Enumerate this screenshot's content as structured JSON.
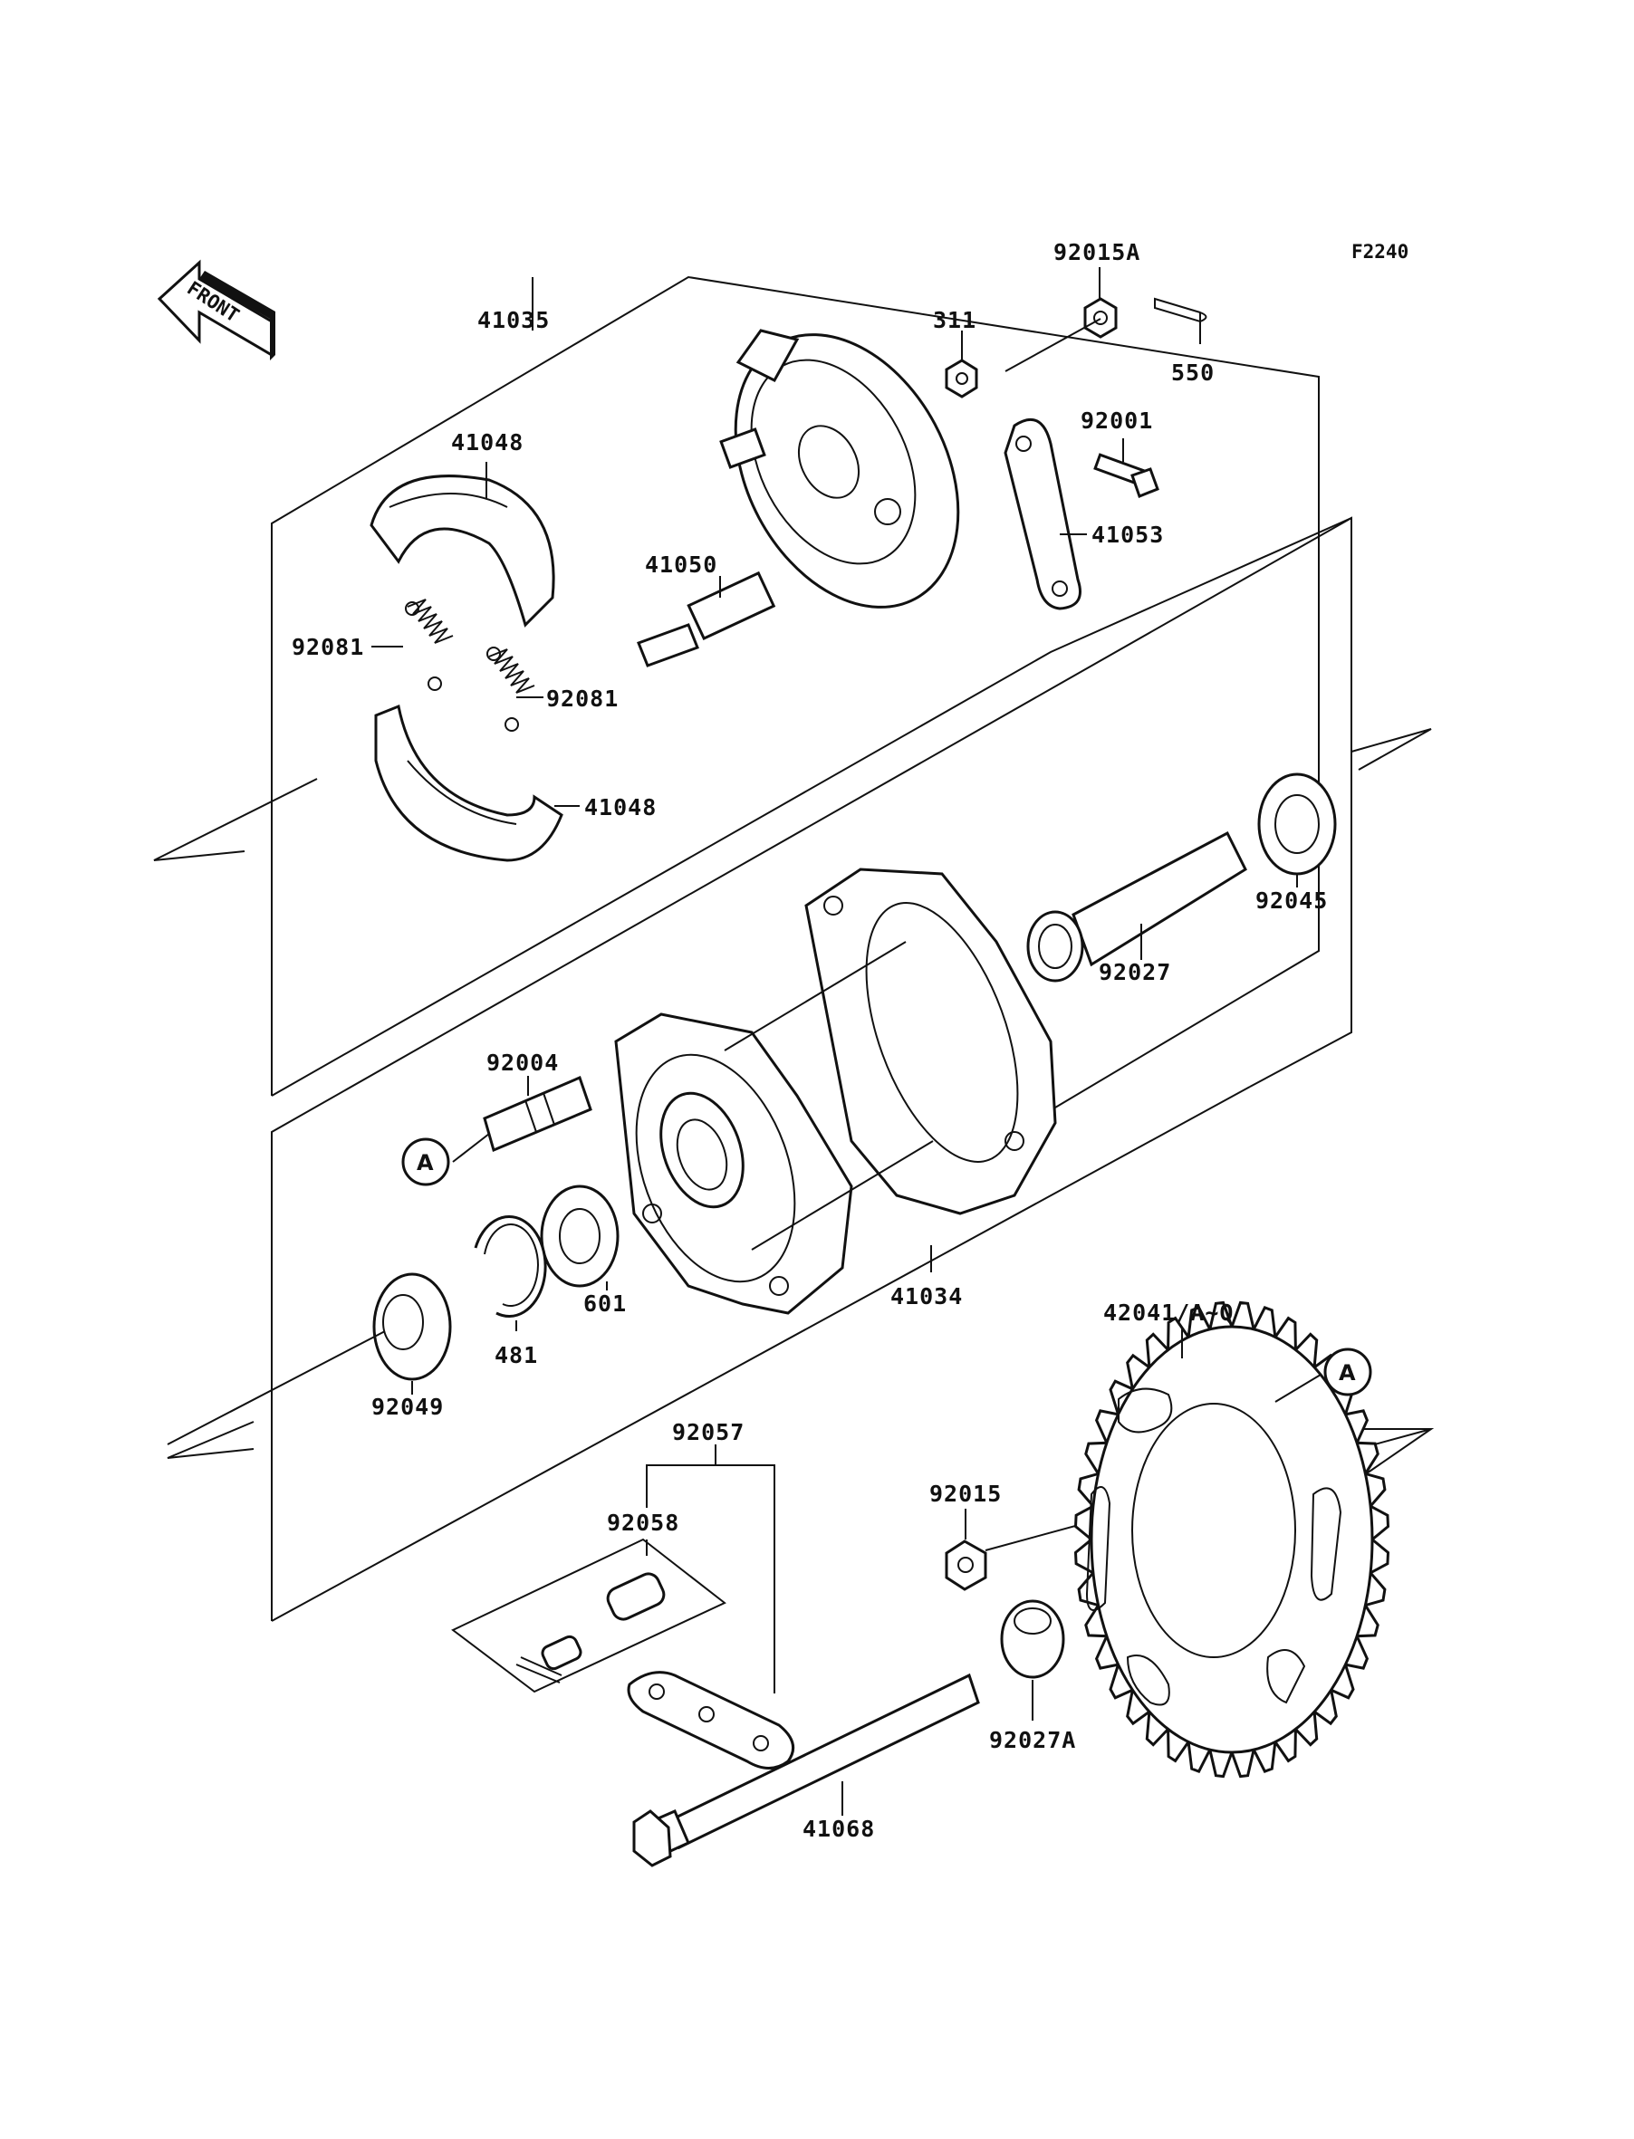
{
  "figure_code": "F2240",
  "front_arrow_label": "FRONT",
  "reference_marker": "A",
  "parts": {
    "p92015A": "92015A",
    "p550": "550",
    "p311": "311",
    "p92001": "92001",
    "p41053": "41053",
    "p41035": "41035",
    "p41048_top": "41048",
    "p41050": "41050",
    "p92081_left": "92081",
    "p92081_right": "92081",
    "p41048_bottom": "41048",
    "p92045": "92045",
    "p92027": "92027",
    "p92004": "92004",
    "p41034": "41034",
    "p601": "601",
    "p481": "481",
    "p92049": "92049",
    "p42041": "42041/A~Q",
    "p92057": "92057",
    "p92058": "92058",
    "p92015": "92015",
    "p92027A": "92027A",
    "p41068": "41068"
  }
}
